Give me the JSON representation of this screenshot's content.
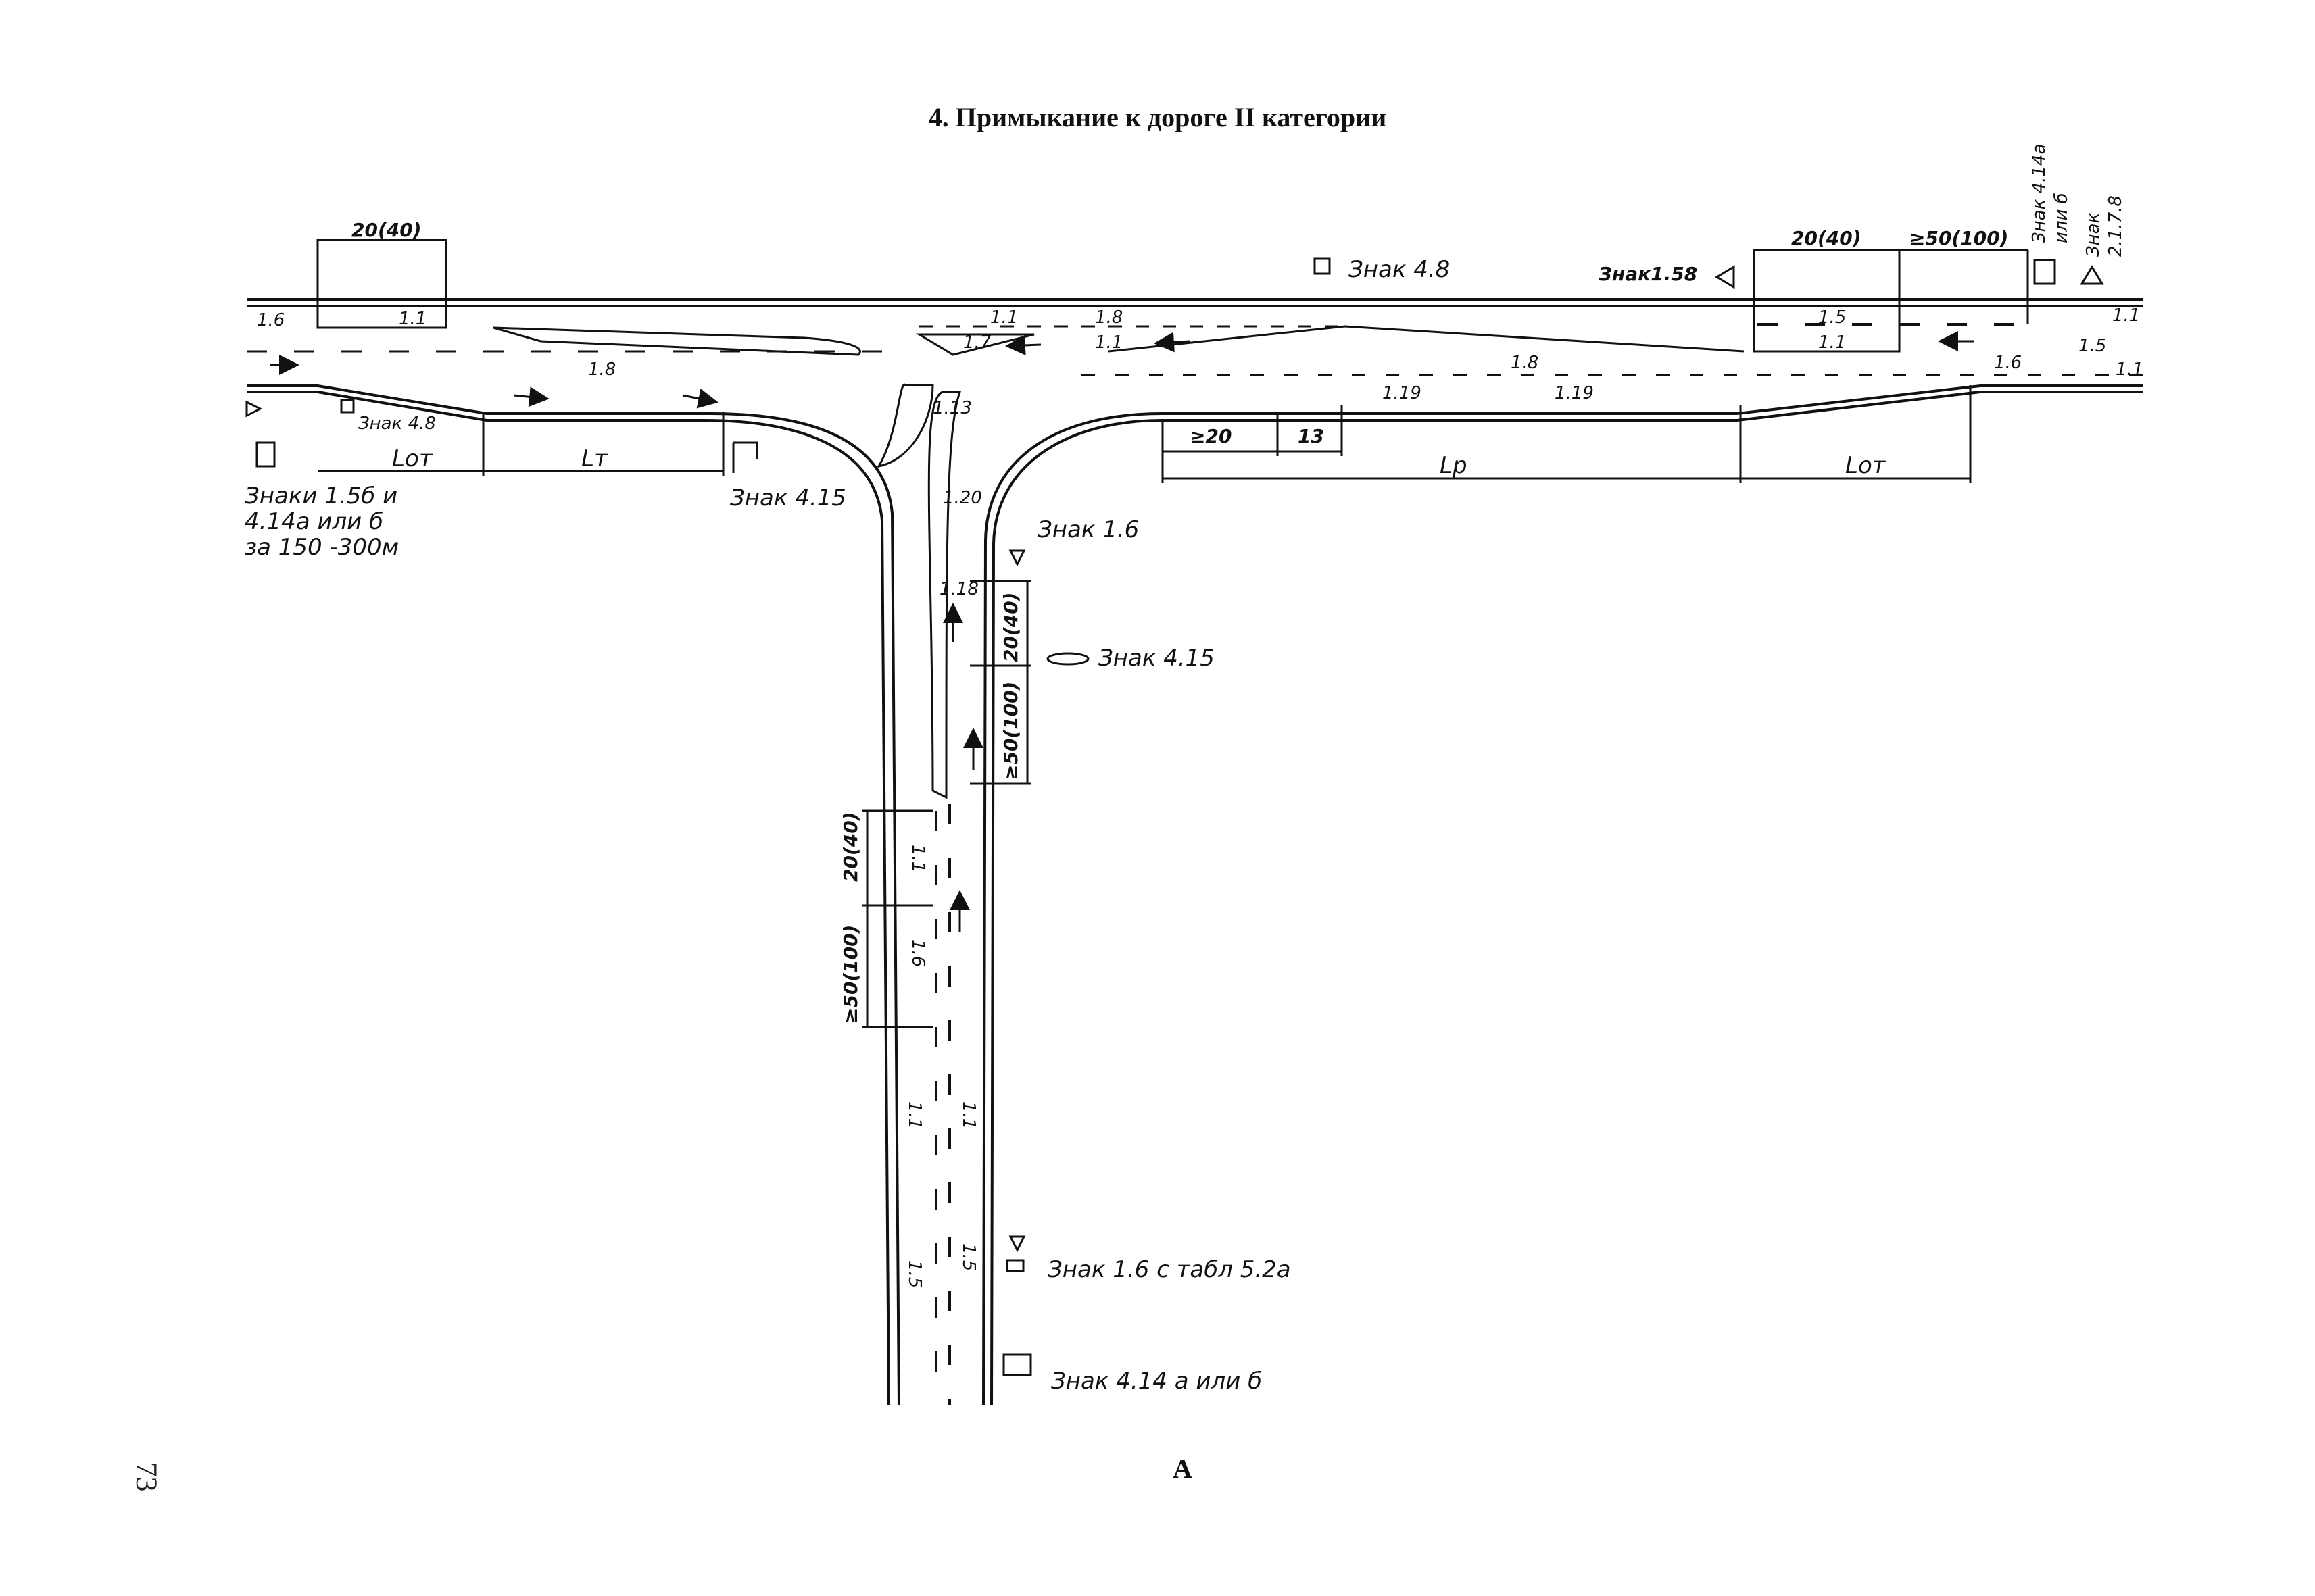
{
  "title": "4. Примыкание к дороге II категории",
  "page_number": "73",
  "sheet_letter": "A",
  "dims": {
    "top_left": "20(40)",
    "top_right": "20(40)",
    "top_right_gap": "≥50(100)",
    "min_20": "≥20",
    "thirteen": "13",
    "lp": "Lр",
    "lot_left": "Lот",
    "lt": "Lт",
    "lot_right": "Lот",
    "vert_upper_1": "20(40)",
    "vert_upper_2": "≥50(100)",
    "vert_lower_1": "20(40)",
    "vert_lower_2": "≥50(100)"
  },
  "markings": {
    "m16_left": "1.6",
    "m11_topleft": "1.1",
    "m18_left": "1.8",
    "m11_mid": "1.1",
    "m18_mid": "1.8",
    "m17": "1.7",
    "m11_mid2": "1.1",
    "m18_right": "1.8",
    "m15_right": "1.5",
    "m11_right_box": "1.1",
    "m16_right": "1.6",
    "m11_far": "1.1",
    "m15_far": "1.5",
    "m11_far2": "1.1",
    "m119_a": "1.19",
    "m119_b": "1.19",
    "m113": "1.13",
    "m120": "1.20",
    "m118": "1.18",
    "m11_v1": "1.1",
    "m16_v": "1.6",
    "m11_v2": "1.1",
    "m11_v3": "1.1",
    "m15_v1": "1.5",
    "m15_v2": "1.5"
  },
  "signs": {
    "znak48_top": "Знак 4.8",
    "znak158": "Знак1.58",
    "znak_right_vert_1": "Знак 4.14а",
    "znak_right_vert_2": "или б",
    "znak_right_vert_3": "Знак",
    "znak_right_vert_4": "2.1.7.8",
    "znak48_left": "Знак 4.8",
    "znaki_line1": "Знаки 1.5б и",
    "znaki_line2": "4.14а или б",
    "znaki_line3": "за 150 -300м",
    "znak415_left": "Знак 4.15",
    "znak16": "Знак 1.6",
    "znak415_right": "Знак 4.15",
    "znak16_tab": "Знак 1.6 с табл 5.2а",
    "znak414": "Знак 4.14 а или б"
  },
  "icons": [
    "sign-plate-icon",
    "triangle-sign-icon",
    "arrow-sign-icon",
    "lane-arrow-icon"
  ]
}
